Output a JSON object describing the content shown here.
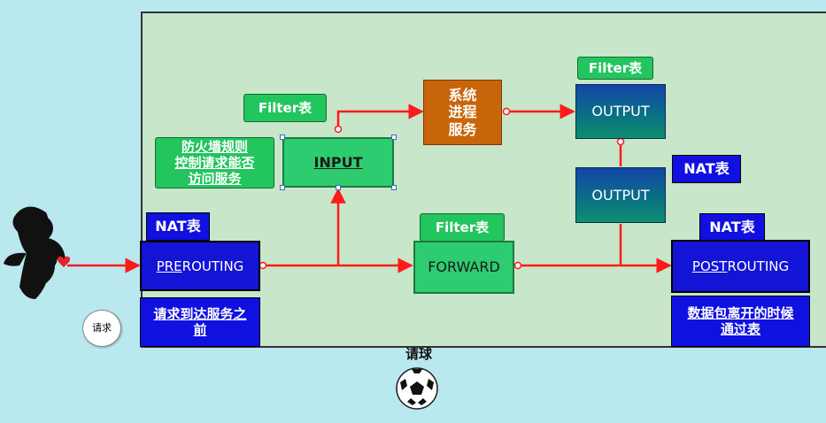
{
  "nodes": {
    "prerouting": {
      "prefix": "PRE",
      "suffix": "ROUTING"
    },
    "input": "INPUT",
    "forward": "FORWARD",
    "output_top": "OUTPUT",
    "output_bottom": "OUTPUT",
    "postrouting": {
      "prefix": "POST",
      "suffix": "ROUTING"
    },
    "process": [
      "系统",
      "进程",
      "服务"
    ]
  },
  "labels": {
    "nat_pre": "NAT表",
    "nat_output": "NAT表",
    "nat_post": "NAT表",
    "filter_input": "Filter表",
    "filter_output": "Filter表",
    "filter_forward": "Filter表"
  },
  "notes": {
    "firewall": [
      "防火墙规则",
      "控制请求能否",
      "访问服务"
    ],
    "pre": [
      "请求到达服务之",
      "前"
    ],
    "post": [
      "数据包离开的时候",
      "通过表"
    ]
  },
  "request": {
    "bubble": "请求",
    "ball_label": "请球"
  },
  "colors": {
    "arrow": "#ff1a1a",
    "nat_blue": "#1010e0",
    "filter_green": "#22c55e",
    "process_orange": "#c8650b"
  }
}
